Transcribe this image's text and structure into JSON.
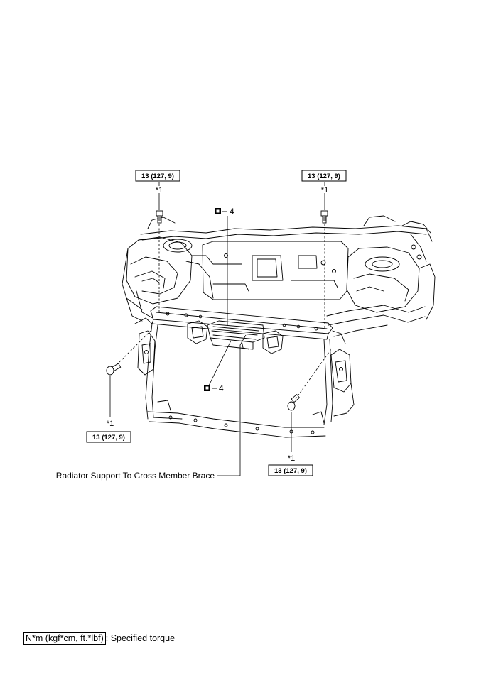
{
  "torque_specs": [
    {
      "id": "top-left",
      "value": "13 (127, 9)",
      "marker": "*1"
    },
    {
      "id": "top-right",
      "value": "13 (127, 9)",
      "marker": "*1"
    },
    {
      "id": "left",
      "value": "13 (127, 9)",
      "marker": "*1"
    },
    {
      "id": "right",
      "value": "13 (127, 9)",
      "marker": "*1"
    }
  ],
  "nut_callouts": [
    {
      "id": "upper",
      "number": "4"
    },
    {
      "id": "lower",
      "number": "4"
    }
  ],
  "part_label": "Radiator Support To Cross Member Brace",
  "legend": {
    "unit": "N*m (kgf*cm, ft.*lbf)",
    "description": ": Specified torque"
  }
}
